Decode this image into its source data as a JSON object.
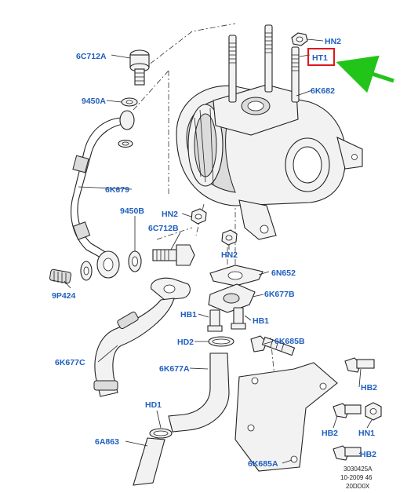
{
  "labels": {
    "6C712A": "6C712A",
    "9450A": "9450A",
    "6K679": "6K679",
    "9450B": "9450B",
    "6C712B": "6C712B",
    "HN2_top": "HN2",
    "HT1": "HT1",
    "6K682": "6K682",
    "HN2_left": "HN2",
    "HN2_mid": "HN2",
    "6N652": "6N652",
    "9P424": "9P424",
    "6K677B": "6K677B",
    "HB1_left": "HB1",
    "HB1_right": "HB1",
    "HD2": "HD2",
    "6K685B": "6K685B",
    "6K677C": "6K677C",
    "6K677A": "6K677A",
    "HB2_top": "HB2",
    "HD1": "HD1",
    "HB2_mid": "HB2",
    "HN1": "HN1",
    "6A863": "6A863",
    "6K685A": "6K685A",
    "HB2_bottom": "HB2"
  },
  "footer": {
    "line1": "3030425A",
    "line2": "10-2009 46",
    "line3": "20DD0X"
  },
  "colors": {
    "label": "#1f5fbf",
    "highlight_box": "#e0161d",
    "arrow": "#22c41a"
  }
}
